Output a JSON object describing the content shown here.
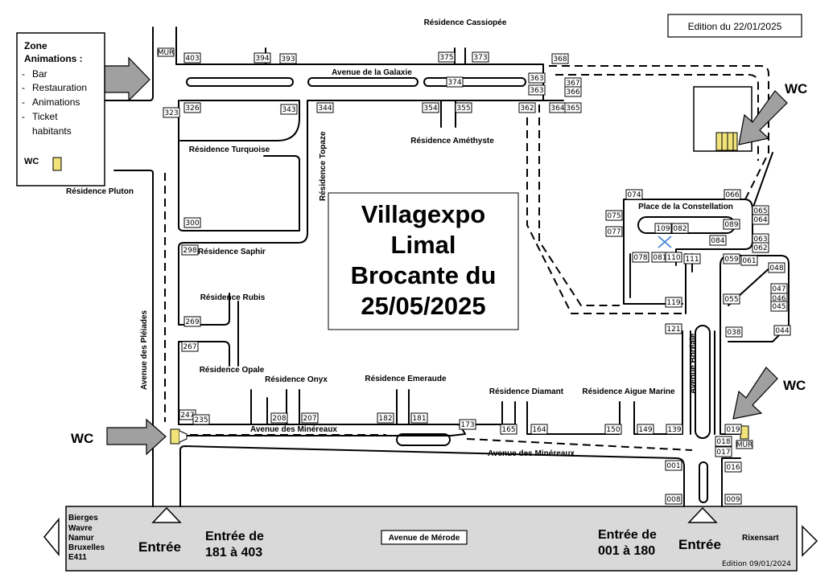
{
  "edition_top": "Edition du 22/01/2025",
  "edition_bottom": "Edition 09/01/2024",
  "title_lines": [
    "Villagexpo",
    "Limal",
    "Brocante du",
    "25/05/2025"
  ],
  "zone": {
    "title_lines": [
      "Zone",
      "Animations :"
    ],
    "items": [
      {
        "bullet": "-",
        "text": "Bar"
      },
      {
        "bullet": "-",
        "text": "Restauration"
      },
      {
        "bullet": "-",
        "text": "Animations"
      },
      {
        "bullet": "-",
        "text": "Ticket"
      },
      {
        "bullet": "",
        "text": "habitants"
      }
    ],
    "wc": "WC"
  },
  "wc_label": "WC",
  "mur_label": "MUR",
  "entrance": {
    "left_label": "Entrée",
    "right_label": "Entrée",
    "range_left": [
      "Entrée de",
      "181 à 403"
    ],
    "range_right": [
      "Entrée de",
      "001 à 180"
    ]
  },
  "directions_left": [
    "Bierges",
    "Wavre",
    "Namur",
    "Bruxelles",
    "E411"
  ],
  "direction_right": "Rixensart",
  "streets": {
    "galaxie": "Avenue de la Galaxie",
    "mineraux": "Avenue des Minéreaux",
    "merode": "Avenue de Mérode",
    "pleiades": "Avenue des Pléiades",
    "topaze": "Résidence Topaze",
    "boreale": "Avenue Boréale",
    "constellation": "Place de la Constellation"
  },
  "residences": {
    "cassiopee": "Résidence Cassiopée",
    "amethyste": "Résidence Améthyste",
    "turquoise": "Résidence Turquoise",
    "pluton": "Résidence Pluton",
    "saphir": "Résidence Saphir",
    "rubis": "Résidence Rubis",
    "opale": "Résidence Opale",
    "onyx": "Résidence Onyx",
    "emeraude": "Résidence Emeraude",
    "diamant": "Résidence Diamant",
    "aigue": "Résidence Aigue Marine"
  },
  "numbers": [
    "403",
    "394",
    "393",
    "375",
    "373",
    "368",
    "374",
    "363",
    "363",
    "367",
    "366",
    "323",
    "326",
    "343",
    "344",
    "354",
    "355",
    "362",
    "364",
    "365",
    "300",
    "298",
    "269",
    "267",
    "247",
    "235",
    "208",
    "207",
    "182",
    "181",
    "173",
    "165",
    "164",
    "150",
    "149",
    "139",
    "074",
    "066",
    "075",
    "077",
    "109",
    "082",
    "089",
    "065",
    "064",
    "084",
    "063",
    "062",
    "078",
    "081",
    "110",
    "111",
    "059",
    "061",
    "048",
    "047",
    "046",
    "045",
    "055",
    "119",
    "121",
    "038",
    "044",
    "019",
    "018",
    "017",
    "016",
    "001",
    "008",
    "009"
  ],
  "colors": {
    "arrow": "#a0a0a0",
    "band": "#d9d9d9",
    "wc": "#efe37a",
    "x_mark": "#3a7bd5"
  }
}
